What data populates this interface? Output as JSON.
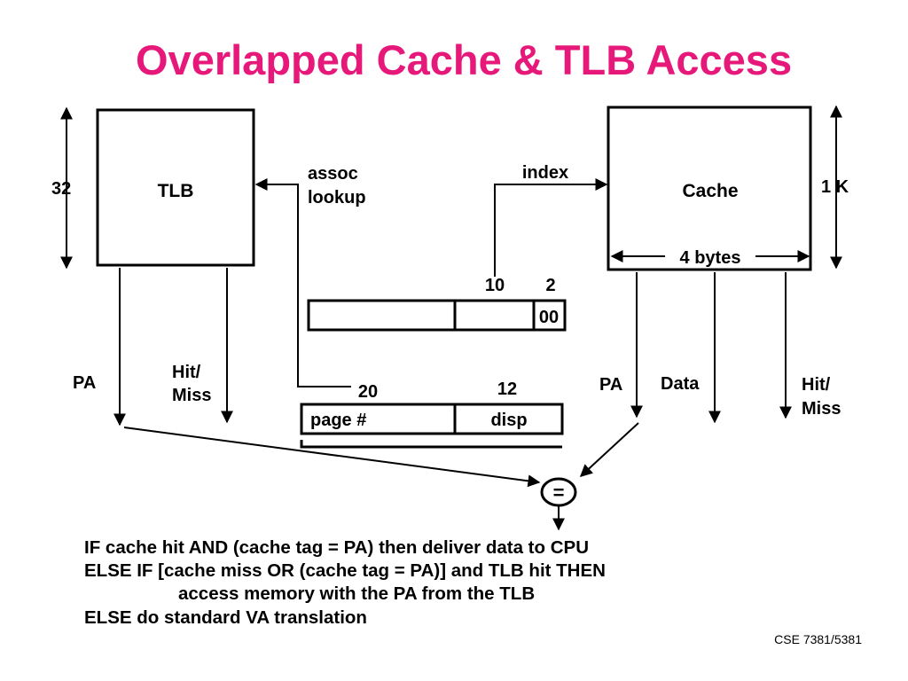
{
  "title": "Overlapped Cache & TLB Access",
  "diagram": {
    "tlb": {
      "label": "TLB",
      "size_label": "32"
    },
    "cache": {
      "label": "Cache",
      "size_label": "1 K",
      "width_label": "4 bytes"
    },
    "assoc_lookup": [
      "assoc",
      "lookup"
    ],
    "index_label": "index",
    "index_address": {
      "index_bits": "10",
      "offset_bits": "2",
      "offset_value": "00"
    },
    "virtual_address": {
      "page_bits": "20",
      "disp_bits": "12",
      "page_label": "page #",
      "disp_label": "disp"
    },
    "tlb_outputs": {
      "pa": "PA",
      "hit_miss": [
        "Hit/",
        "Miss"
      ]
    },
    "cache_outputs": {
      "pa": "PA",
      "data": "Data",
      "hit_miss": [
        "Hit/",
        "Miss"
      ]
    },
    "comparator": "="
  },
  "rules": [
    "IF cache hit AND (cache tag = PA) then deliver data to CPU",
    "ELSE IF [cache miss OR (cache tag = PA)] and TLB hit THEN",
    "access memory with the PA from the TLB",
    "ELSE do standard VA translation"
  ],
  "footer": "CSE 7381/5381"
}
